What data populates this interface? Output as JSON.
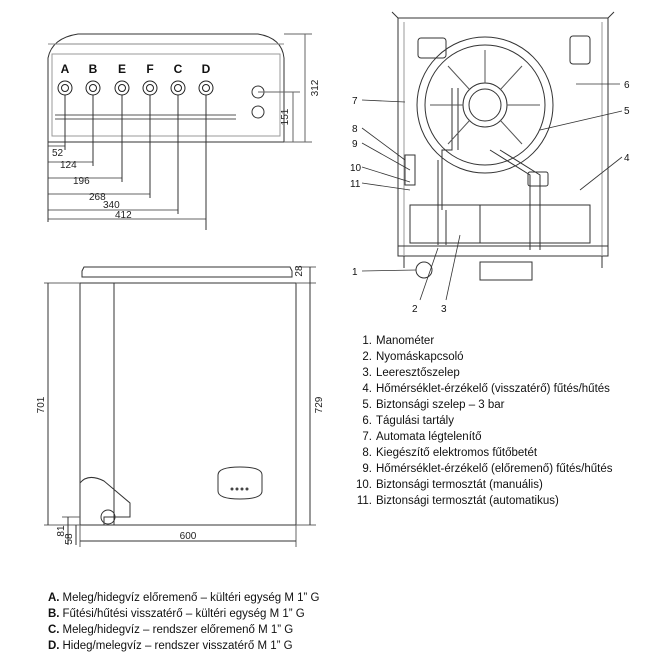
{
  "top_view": {
    "connection_letters": [
      "A",
      "B",
      "E",
      "F",
      "C",
      "D"
    ],
    "horizontal_dims": [
      "52",
      "124",
      "196",
      "268",
      "340",
      "412"
    ],
    "vertical_dims": [
      "312",
      "151"
    ]
  },
  "front_view": {
    "dims": {
      "height_body": "701",
      "height_total": "729",
      "top_offset": "28",
      "width": "600",
      "bottom_a": "81",
      "bottom_b": "58"
    }
  },
  "side_view": {
    "callouts": [
      "1",
      "2",
      "3",
      "4",
      "5",
      "6",
      "7",
      "8",
      "9",
      "10",
      "11"
    ]
  },
  "component_legend": [
    {
      "num": "1.",
      "text": "Manométer"
    },
    {
      "num": "2.",
      "text": "Nyomáskapcsoló"
    },
    {
      "num": "3.",
      "text": "Leeresztőszelep"
    },
    {
      "num": "4.",
      "text": "Hőmérséklet-érzékelő (visszatérő) fűtés/hűtés"
    },
    {
      "num": "5.",
      "text": "Biztonsági szelep – 3 bar"
    },
    {
      "num": "6.",
      "text": "Tágulási tartály"
    },
    {
      "num": "7.",
      "text": "Automata légtelenítő"
    },
    {
      "num": "8.",
      "text": "Kiegészítő elektromos fűtőbetét"
    },
    {
      "num": "9.",
      "text": "Hőmérséklet-érzékelő (előremenő) fűtés/hűtés"
    },
    {
      "num": "10.",
      "text": "Biztonsági termosztát (manuális)"
    },
    {
      "num": "11.",
      "text": "Biztonsági termosztát (automatikus)"
    }
  ],
  "connection_legend": [
    {
      "letter": "A.",
      "text": "Meleg/hidegvíz előremenő – kültéri egység M 1” G"
    },
    {
      "letter": "B.",
      "text": "Fűtési/hűtési visszatérő – kültéri egység M 1” G"
    },
    {
      "letter": "C.",
      "text": "Meleg/hidegvíz – rendszer előremenő M 1” G"
    },
    {
      "letter": "D.",
      "text": "Hideg/melegvíz – rendszer visszatérő M 1” G"
    }
  ]
}
